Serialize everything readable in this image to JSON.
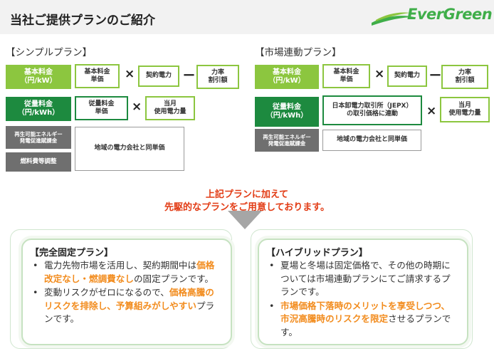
{
  "header": {
    "title": "当社ご提供プランのご紹介",
    "logo_text": "EverGreen"
  },
  "simple_plan": {
    "heading": "【シンプルプラン】",
    "basic_fee": "基本料金\n（円/kW）",
    "basic_unit": "基本料金\n単価",
    "contract_power": "契約電力",
    "power_factor": "力率\n割引額",
    "metered_fee": "従量料金\n（円/kWh）",
    "metered_unit": "従量料金\n単価",
    "monthly_usage": "当月\n使用電力量",
    "renewable_levy": "再生可能エネルギー\n発電促進賦課金",
    "fuel_adjust": "燃料費等調整",
    "regional_price": "地域の電力会社と同単価",
    "op_times": "×",
    "op_minus": "ー"
  },
  "market_plan": {
    "heading": "【市場連動プラン】",
    "basic_fee": "基本料金\n（円/kW）",
    "basic_unit": "基本料金\n単価",
    "contract_power": "契約電力",
    "power_factor": "力率\n割引額",
    "metered_fee": "従量料金\n（円/kWh）",
    "jepx": "日本卸電力取引所（JEPX）\nの取引価格に連動",
    "monthly_usage": "当月\n使用電力量",
    "renewable_levy": "再生可能エネルギー\n発電促進賦課金",
    "regional_price": "地域の電力会社と同単価",
    "op_times": "×",
    "op_minus": "ー"
  },
  "callout": {
    "line1": "上記プランに加えて",
    "line2": "先駆的なプランをご用意しております。"
  },
  "fixed_plan": {
    "heading": "【完全固定プラン】",
    "b1_a": "電力先物市場を活用し、契約期間中は",
    "b1_hl": "価格改定なし・燃調費なし",
    "b1_b": "の固定プランです。",
    "b2_a": "変動リスクがゼロになるので、",
    "b2_hl": "価格高騰のリスクを排除し、予算組みがしやすい",
    "b2_b": "プランです。"
  },
  "hybrid_plan": {
    "heading": "【ハイブリッドプラン】",
    "b1": "夏場と冬場は固定価格で、その他の時期については市場連動プランにてご請求するプランです。",
    "b2_hl": "市場価格下落時のメリットを享受しつつ、市況高騰時のリスクを限定",
    "b2_b": "させるプランです。"
  },
  "colors": {
    "brand_green": "#3fae49",
    "dark_green": "#1d8a3f",
    "light_green": "#8cc63f",
    "accent_red": "#e23b14",
    "accent_orange": "#f28c1e"
  }
}
